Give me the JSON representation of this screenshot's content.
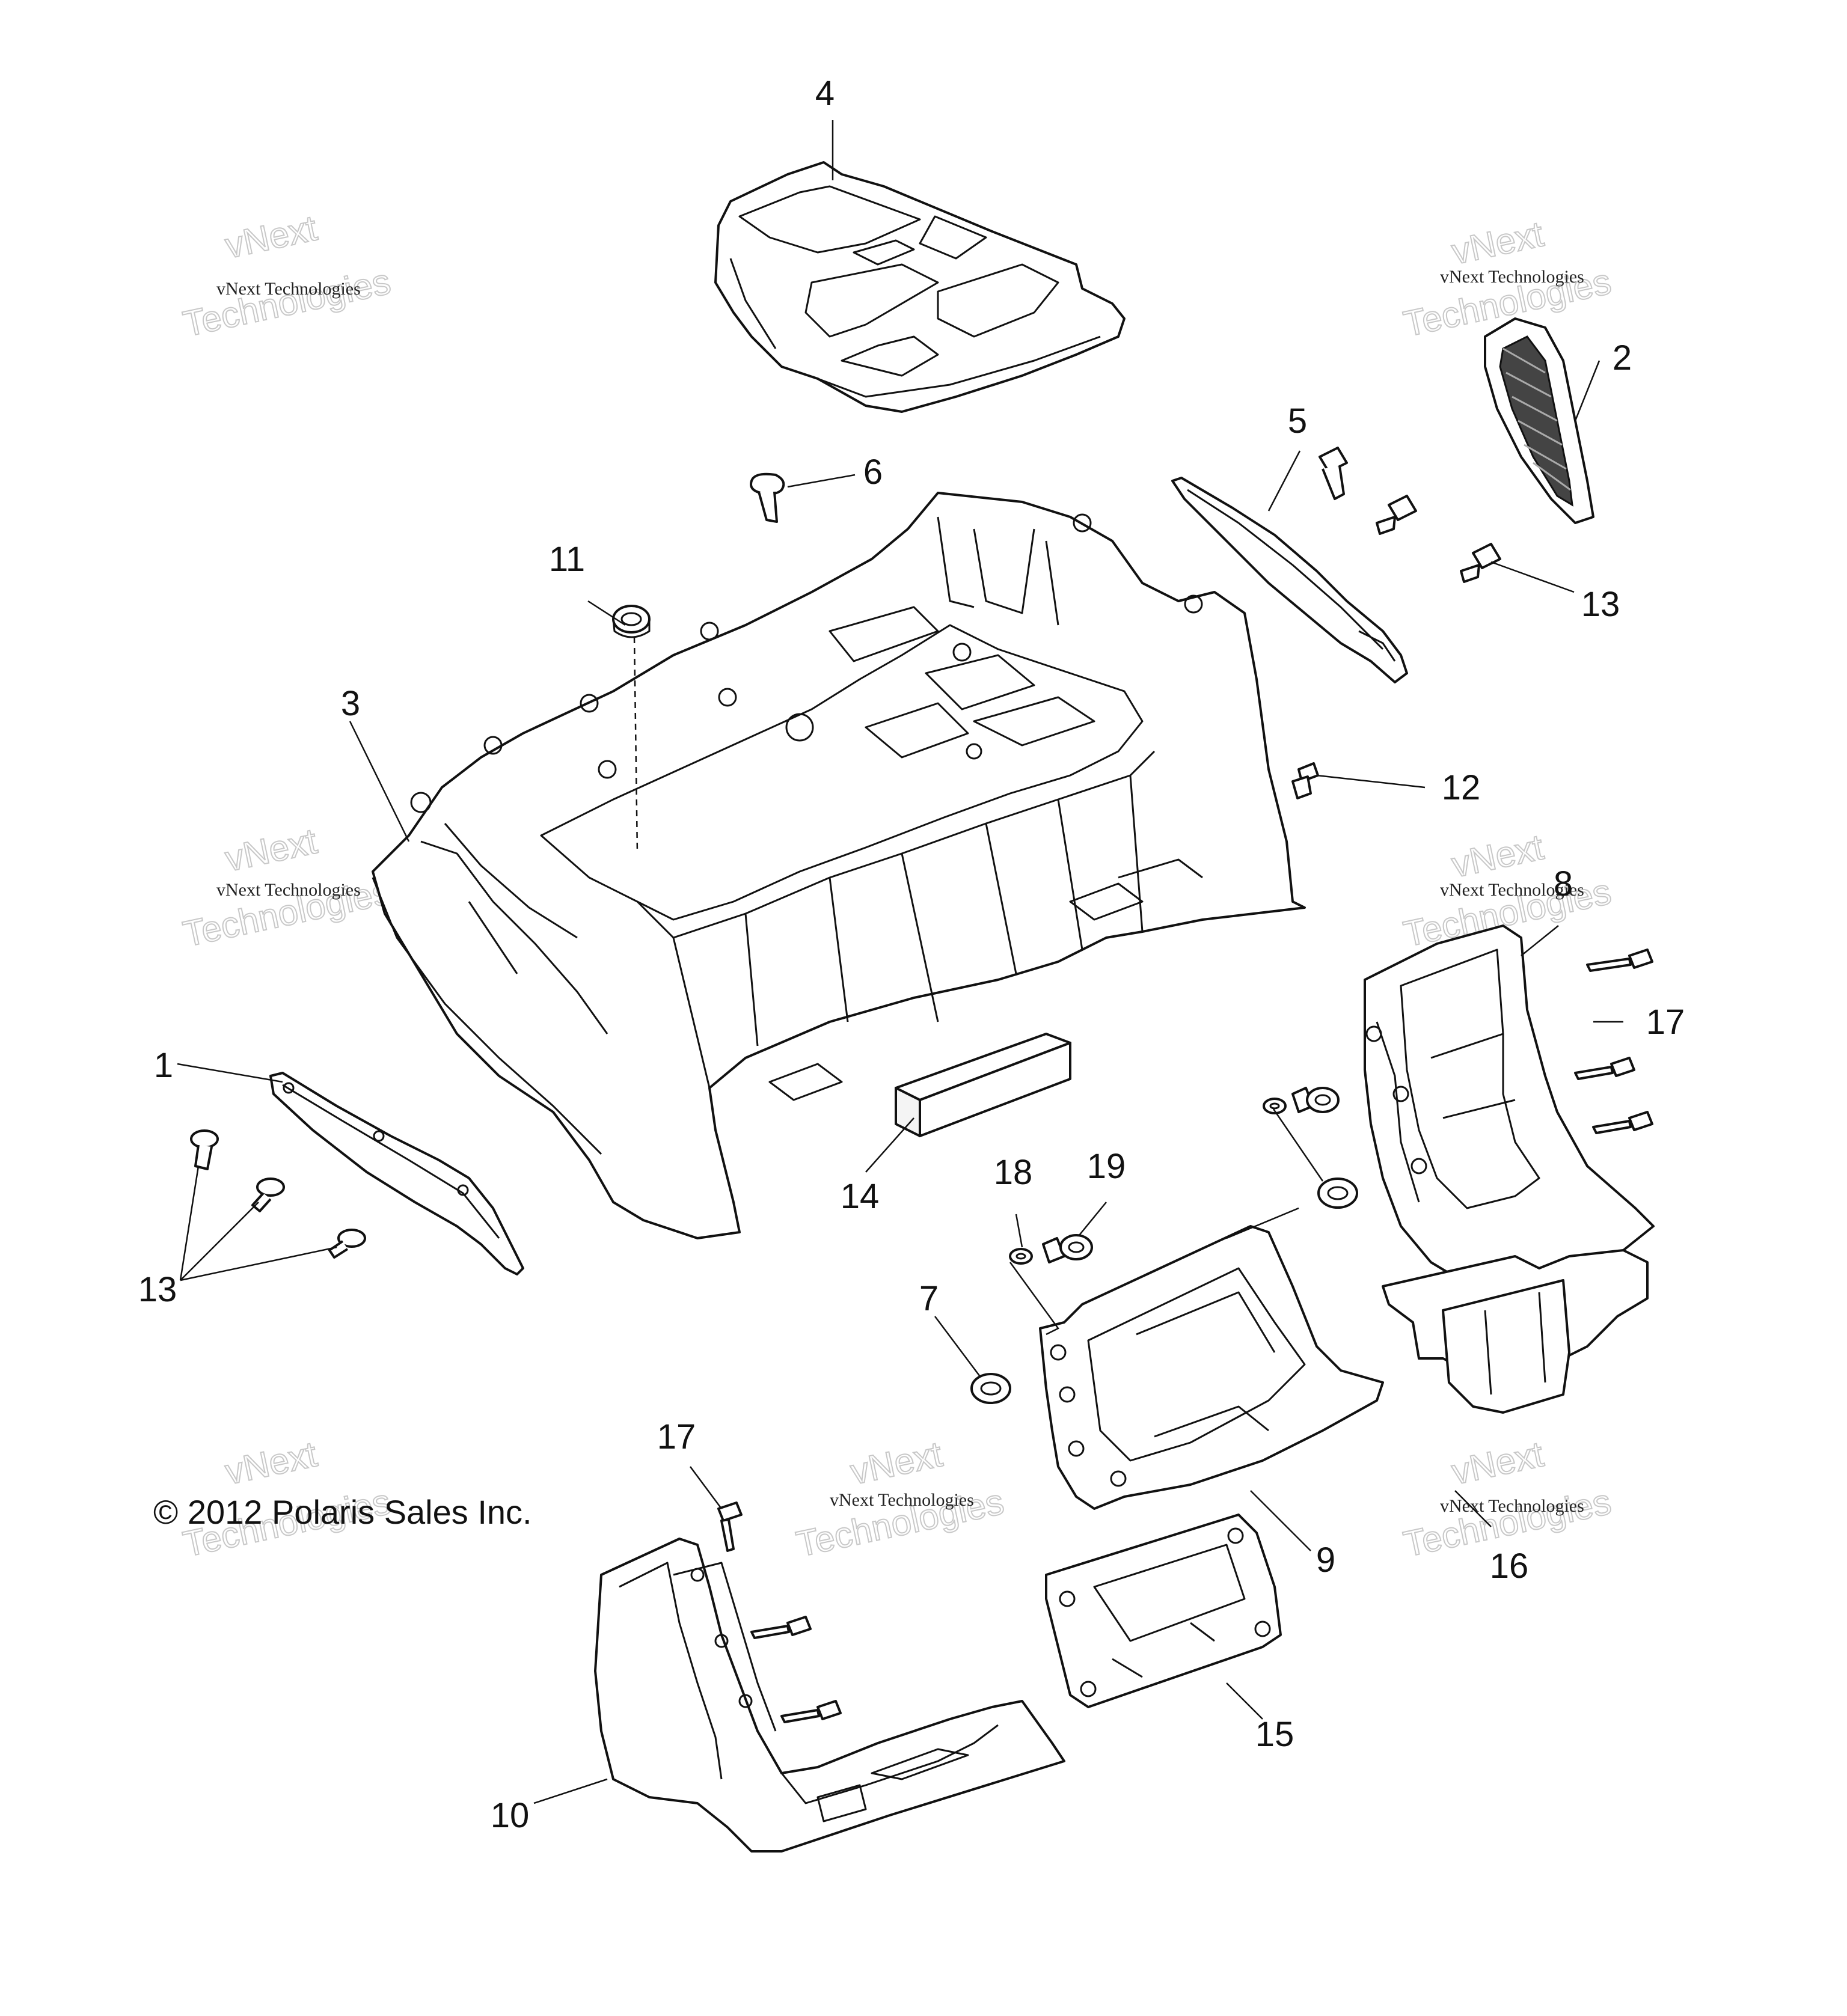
{
  "copyright": "© 2012 Polaris Sales Inc.",
  "watermark": {
    "line1": "vNext Technologies",
    "big_top": "vNext",
    "big_bottom": "Technologies"
  },
  "callouts": {
    "c1": "1",
    "c2": "2",
    "c3": "3",
    "c4": "4",
    "c5": "5",
    "c6": "6",
    "c7": "7",
    "c8": "8",
    "c9": "9",
    "c10": "10",
    "c11": "11",
    "c12": "12",
    "c13a": "13",
    "c13b": "13",
    "c14": "14",
    "c15": "15",
    "c16": "16",
    "c17a": "17",
    "c17b": "17",
    "c18": "18",
    "c19": "19"
  }
}
